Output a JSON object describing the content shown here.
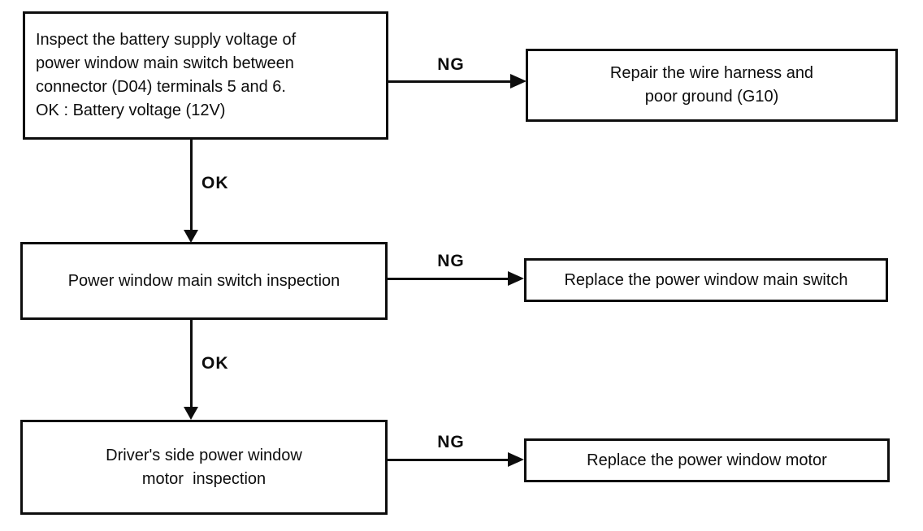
{
  "diagram": {
    "type": "flowchart",
    "ink_color": "#0d0d0d",
    "background_color": "#ffffff",
    "nodes": {
      "step1": {
        "lines": [
          "Inspect the battery supply voltage of",
          "power window main switch between",
          "connector (D04) terminals 5 and 6.",
          "OK : Battery voltage (12V)"
        ]
      },
      "result1": {
        "lines": [
          "Repair the wire harness and",
          "poor ground (G10)"
        ]
      },
      "step2": {
        "lines": [
          "Power window main switch inspection"
        ]
      },
      "result2": {
        "lines": [
          "Replace the power window main switch"
        ]
      },
      "step3": {
        "lines": [
          "Driver's side power window",
          "motor  inspection"
        ]
      },
      "result3": {
        "lines": [
          "Replace the power window motor"
        ]
      }
    },
    "edges": {
      "ng1": "NG",
      "ng2": "NG",
      "ng3": "NG",
      "ok1": "OK",
      "ok2": "OK"
    }
  }
}
